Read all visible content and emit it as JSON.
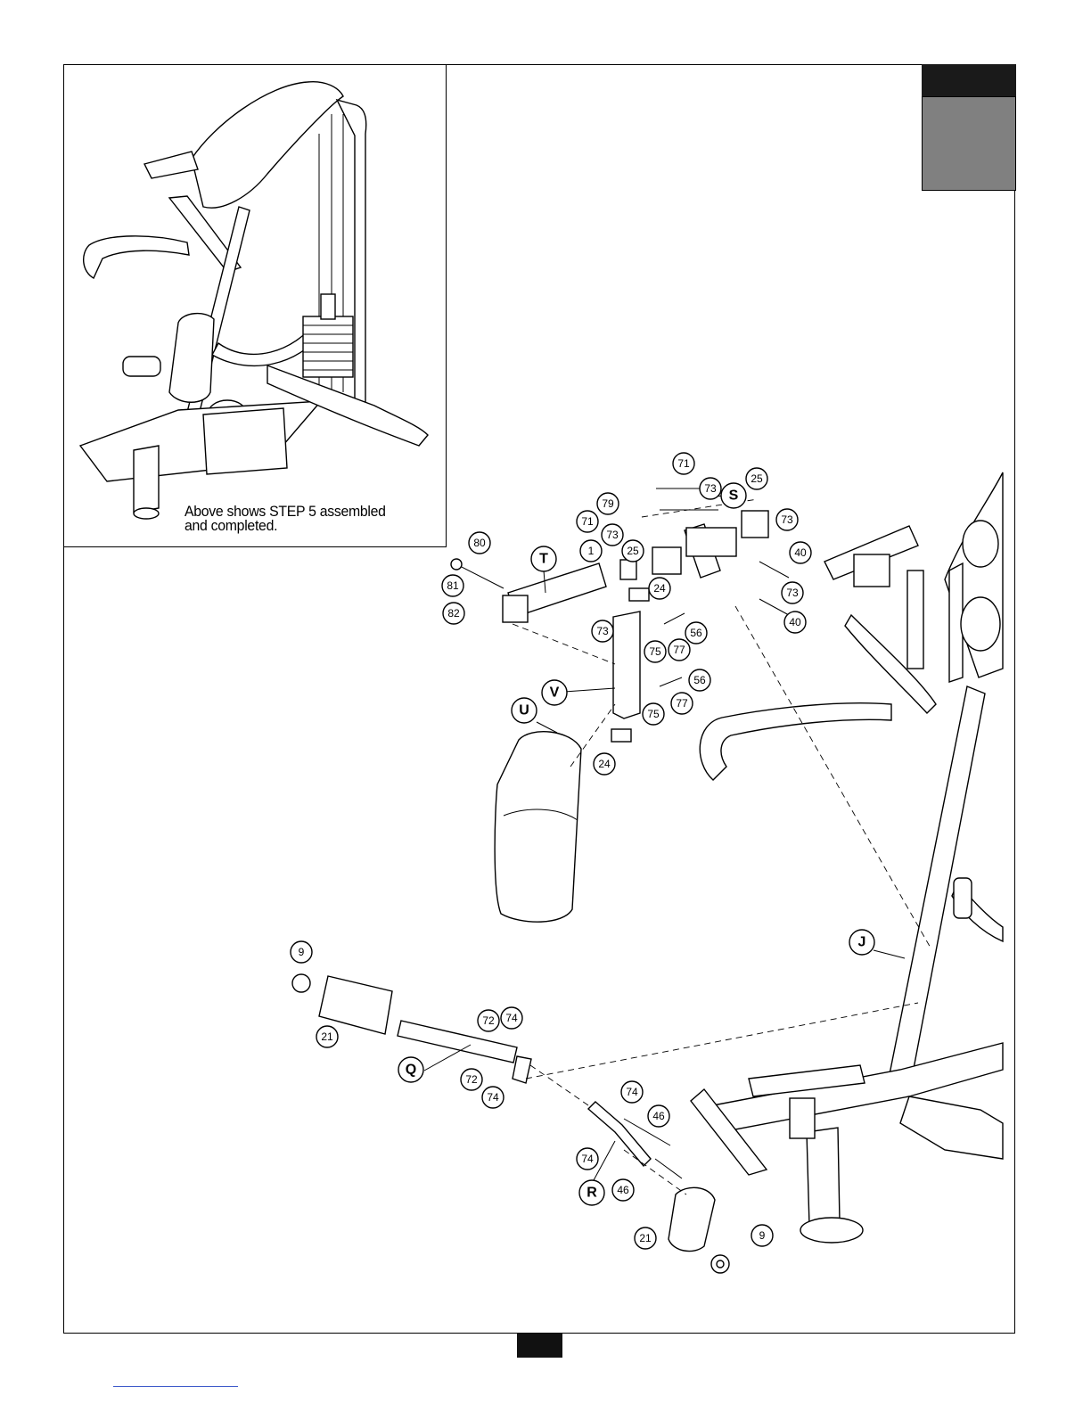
{
  "inset": {
    "caption_line1": "Above shows STEP 5 assembled",
    "caption_line2": "and completed."
  },
  "callouts": {
    "p71a": "71",
    "p73a": "73",
    "p25a": "25",
    "p79": "79",
    "p71b": "71",
    "p73b": "73",
    "p73c": "73",
    "p25b": "25",
    "p1": "1",
    "p80": "80",
    "p81": "81",
    "p82": "82",
    "p40a": "40",
    "p73d": "73",
    "p40b": "40",
    "p24a": "24",
    "p73e": "73",
    "p56a": "56",
    "p75a": "75",
    "p77a": "77",
    "p56b": "56",
    "p75b": "75",
    "p77b": "77",
    "p24b": "24",
    "p9a": "9",
    "p21a": "21",
    "p72a": "72",
    "p74a": "74",
    "p72b": "72",
    "p74b": "74",
    "p74c": "74",
    "p46a": "46",
    "p74d": "74",
    "p46b": "46",
    "p21b": "21",
    "p9b": "9"
  },
  "letters": {
    "S": "S",
    "T": "T",
    "V": "V",
    "U": "U",
    "J": "J",
    "Q": "Q",
    "R": "R"
  }
}
